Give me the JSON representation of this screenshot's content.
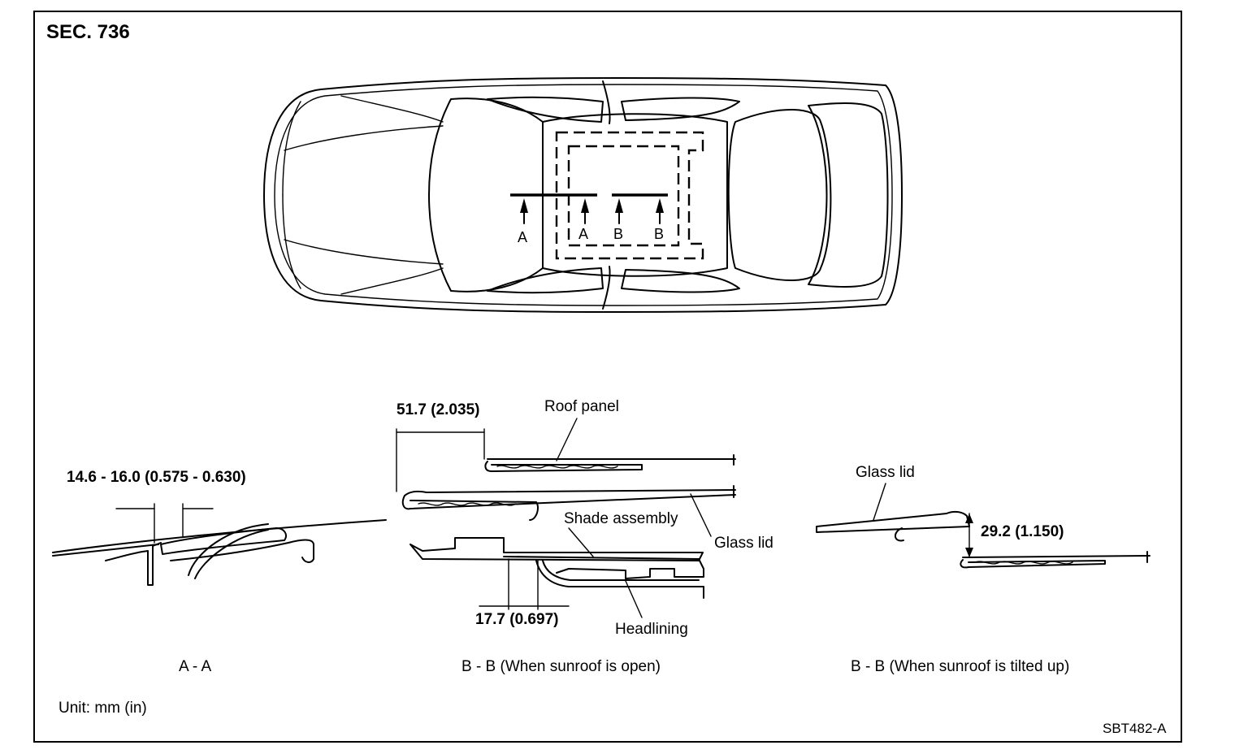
{
  "section_title": "SEC. 736",
  "car_view": {
    "section_marks": [
      {
        "letter": "A",
        "name": "section-mark-a-left"
      },
      {
        "letter": "A",
        "name": "section-mark-a-right"
      },
      {
        "letter": "B",
        "name": "section-mark-b-left"
      },
      {
        "letter": "B",
        "name": "section-mark-b-right"
      }
    ]
  },
  "views": {
    "aa": {
      "caption": "A - A",
      "dimension": "14.6 - 16.0 (0.575 - 0.630)"
    },
    "bb_open": {
      "caption": "B - B (When sunroof is open)",
      "dimension_top": "51.7 (2.035)",
      "dimension_bottom": "17.7 (0.697)",
      "labels": {
        "roof_panel": "Roof panel",
        "shade_assembly": "Shade assembly",
        "glass_lid": "Glass lid",
        "headlining": "Headlining"
      }
    },
    "bb_tilted": {
      "caption": "B - B (When sunroof is tilted up)",
      "dimension": "29.2 (1.150)",
      "labels": {
        "glass_lid": "Glass lid"
      }
    }
  },
  "unit_note": "Unit: mm (in)",
  "figure_code": "SBT482-A"
}
